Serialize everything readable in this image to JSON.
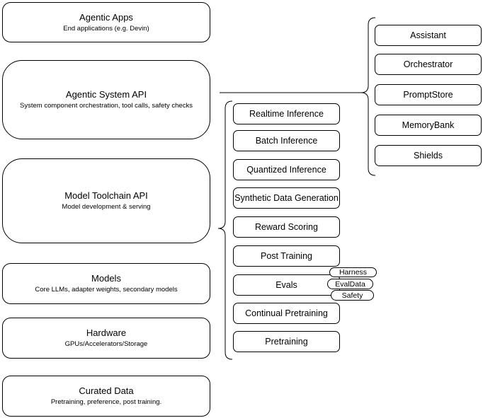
{
  "layers": [
    {
      "title": "Agentic Apps",
      "subtitle": "End applications (e.g. Devin)"
    },
    {
      "title": "Agentic System API",
      "subtitle": "System component orchestration, tool calls, safety checks"
    },
    {
      "title": "Model Toolchain API",
      "subtitle": "Model development & serving"
    },
    {
      "title": "Models",
      "subtitle": "Core LLMs, adapter weights, secondary models"
    },
    {
      "title": "Hardware",
      "subtitle": "GPUs/Accelerators/Storage"
    },
    {
      "title": "Curated Data",
      "subtitle": "Pretraining, preference, post training."
    }
  ],
  "toolchain_items": [
    {
      "label": "Realtime Inference"
    },
    {
      "label": "Batch Inference"
    },
    {
      "label": "Quantized Inference"
    },
    {
      "label": "Synthetic Data Generation"
    },
    {
      "label": "Reward Scoring"
    },
    {
      "label": "Post Training"
    },
    {
      "label": "Evals"
    },
    {
      "label": "Continual Pretraining"
    },
    {
      "label": "Pretraining"
    }
  ],
  "agentic_components": [
    {
      "label": "Assistant"
    },
    {
      "label": "Orchestrator"
    },
    {
      "label": "PromptStore"
    },
    {
      "label": "MemoryBank"
    },
    {
      "label": "Shields"
    }
  ],
  "eval_tags": [
    {
      "label": "Harness"
    },
    {
      "label": "EvalData"
    },
    {
      "label": "Safety"
    }
  ],
  "colors": {
    "stroke": "#000000",
    "background": "#ffffff",
    "text": "#000000"
  }
}
